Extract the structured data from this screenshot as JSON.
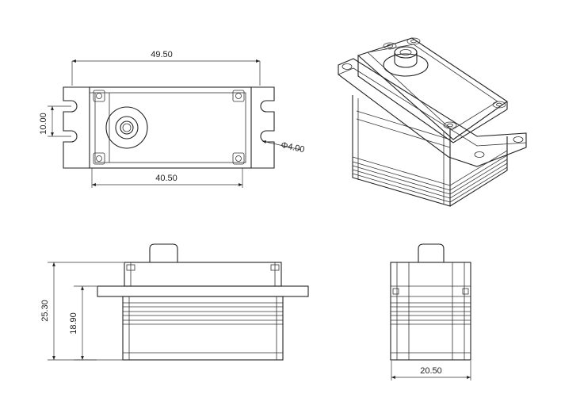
{
  "dimensions": {
    "overall_length": "49.50",
    "mount_hole_spacing": "40.50",
    "slot_spacing": "10.00",
    "hole_diameter": "Φ4.00",
    "overall_height": "25.30",
    "body_height": "18.90",
    "width": "20.50"
  },
  "colors": {
    "line": "#222222",
    "background": "#ffffff"
  }
}
